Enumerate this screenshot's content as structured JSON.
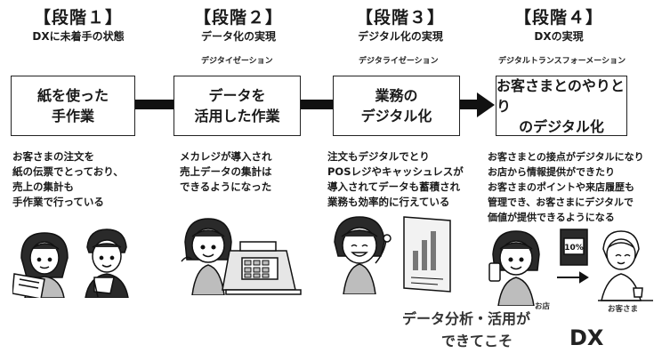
{
  "stages": [
    {
      "title": "【段階１】",
      "subtitle": "DXに未着手の状態",
      "reading": "",
      "box_lines": [
        "紙を使った",
        "手作業"
      ],
      "desc": [
        "お客さまの注文を",
        "紙の伝票でとっており、",
        "売上の集計も",
        "手作業で行っている"
      ]
    },
    {
      "title": "【段階２】",
      "subtitle": "データ化の実現",
      "reading": "デジタイゼーション",
      "box_lines": [
        "データを",
        "活用した作業"
      ],
      "desc": [
        "メカレジが導入され",
        "売上データの集計は",
        "できるようになった"
      ]
    },
    {
      "title": "【段階３】",
      "subtitle": "デジタル化の実現",
      "reading": "デジタライゼーション",
      "box_lines": [
        "業務の",
        "デジタル化"
      ],
      "desc": [
        "注文もデジタルでとり",
        "POSレジやキャッシュレスが",
        "導入されてデータも蓄積され",
        "業務も効率的に行えている"
      ]
    },
    {
      "title": "【段階４】",
      "subtitle": "DXの実現",
      "reading": "デジタルトランスフォーメーション",
      "box_lines": [
        "お客さまとのやりとり",
        "のデジタル化"
      ],
      "desc": [
        "お客さまとの接点がデジタルになり",
        "お店から情報提供ができたり",
        "お客さまのポイントや来店履歴も",
        "管理でき、お客さまにデジタルで",
        "価値が提供できるようになる"
      ]
    }
  ],
  "illustration_labels": {
    "shop": "お店",
    "customer": "お客さま",
    "phone_value": "10%"
  },
  "bottom_text": [
    "データ分析・活用が",
    "できてこそ"
  ],
  "dx_label": "DX",
  "colors": {
    "ink": "#111111",
    "panel": "#ffffff",
    "skin": "#ffffff",
    "hair": "#2a2a2a",
    "shade": "#bdbdbd"
  }
}
